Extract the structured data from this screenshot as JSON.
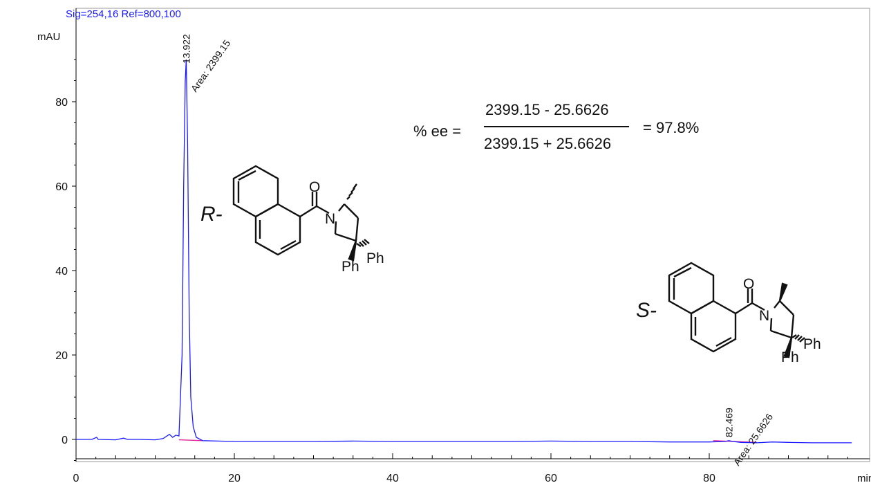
{
  "signal_label": "Sig=254,16 Ref=800,100",
  "equation": {
    "lhs": "% ee =",
    "numerator": "2399.15 - 25.6626",
    "denominator": "2399.15 + 25.6626",
    "result": "= 97.8%"
  },
  "structures": [
    {
      "descriptor": "R-",
      "carbonyl": "O",
      "nitrogen": "N",
      "substituent_1": "Ph",
      "substituent_2": "Ph"
    },
    {
      "descriptor": "S-",
      "carbonyl": "O",
      "nitrogen": "N",
      "substituent_1": "Ph",
      "substituent_2": "Ph"
    }
  ],
  "colors": {
    "trace": "#1a1aff",
    "baseline": "#e0209a",
    "axis": "#000000"
  },
  "chart_data": {
    "type": "line",
    "ylabel": "mAU",
    "xlabel": "min",
    "xlim": [
      0,
      98
    ],
    "ylim": [
      -6,
      96
    ],
    "x_ticks": [
      0,
      20,
      40,
      60,
      80
    ],
    "y_ticks": [
      0,
      20,
      40,
      60,
      80
    ],
    "series": [
      {
        "x": [
          0,
          2,
          2.6,
          2.8,
          5,
          6,
          6.5,
          8,
          10,
          11,
          11.8,
          12.2,
          12.6,
          13.0,
          13.4,
          13.6,
          13.8,
          13.922,
          14.1,
          14.3,
          14.5,
          14.8,
          15.2,
          16,
          18,
          20,
          25,
          30,
          35,
          40,
          45,
          50,
          55,
          60,
          65,
          70,
          75,
          80,
          82.0,
          82.469,
          83.0,
          84,
          86,
          88,
          90,
          93,
          95,
          98
        ],
        "y": [
          0,
          0,
          0.5,
          0,
          -0.1,
          0.3,
          0,
          0,
          -0.1,
          0.2,
          1.2,
          0.5,
          1.0,
          0.8,
          20,
          60,
          85,
          90,
          70,
          30,
          10,
          3,
          0.5,
          -0.3,
          -0.4,
          -0.5,
          -0.5,
          -0.5,
          -0.4,
          -0.5,
          -0.5,
          -0.5,
          -0.5,
          -0.4,
          -0.5,
          -0.5,
          -0.6,
          -0.6,
          -0.5,
          -0.3,
          -0.5,
          -0.7,
          -0.8,
          -0.6,
          -0.7,
          -0.8,
          -0.8,
          -0.8
        ]
      }
    ],
    "peaks": [
      {
        "rt": 13.922,
        "area": 2399.15,
        "rt_label": "13.922",
        "area_label": "Area: 2399.15"
      },
      {
        "rt": 82.469,
        "area": 25.6626,
        "rt_label": "82.469",
        "area_label": "Area: 25.6626"
      }
    ],
    "baseline_segments": [
      {
        "x": [
          13.0,
          16.0
        ],
        "y": [
          -0.1,
          -0.3
        ]
      },
      {
        "x": [
          80.5,
          86.0
        ],
        "y": [
          -0.3,
          -0.7
        ]
      }
    ],
    "grid": false
  }
}
